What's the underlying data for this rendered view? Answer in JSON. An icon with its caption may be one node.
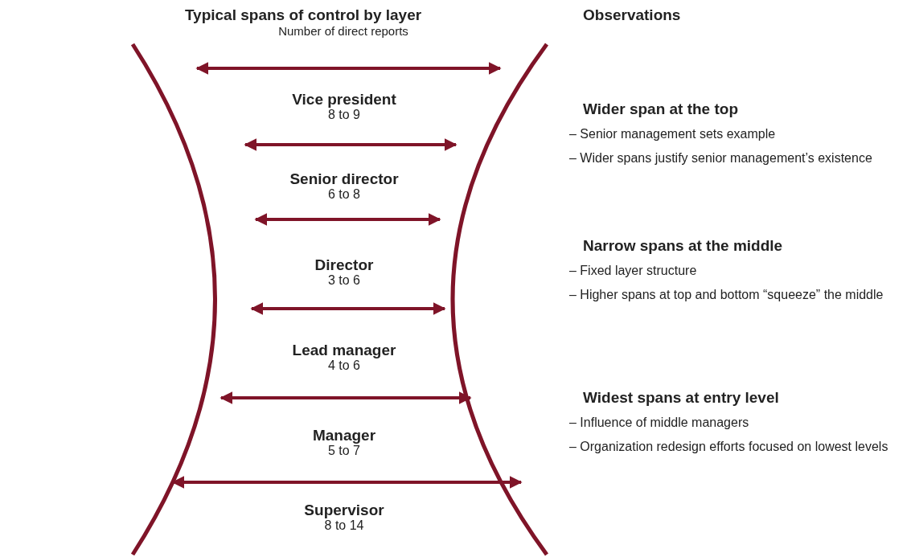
{
  "diagram": {
    "labels": [
      "Typical spans of control by layer",
      "Number of direct reports",
      "Observations",
      "Vice president",
      "8 to 9",
      "Wider span at the top",
      "– Senior management sets example",
      "– Wider spans justify senior management’s existence",
      "Senior director",
      "6 to 8",
      "Director",
      "3 to 6",
      "Narrow spans at the middle",
      "– Fixed layer structure",
      "– Higher spans at top and bottom “squeeze” the middle",
      "Lead manager",
      "4 to 6",
      "Manager",
      "5 to 7",
      "Widest spans at entry level",
      "– Influence of middle managers",
      "– Organization redesign efforts focused on lowest levels",
      "Supervisor",
      "8 to 14"
    ]
  }
}
